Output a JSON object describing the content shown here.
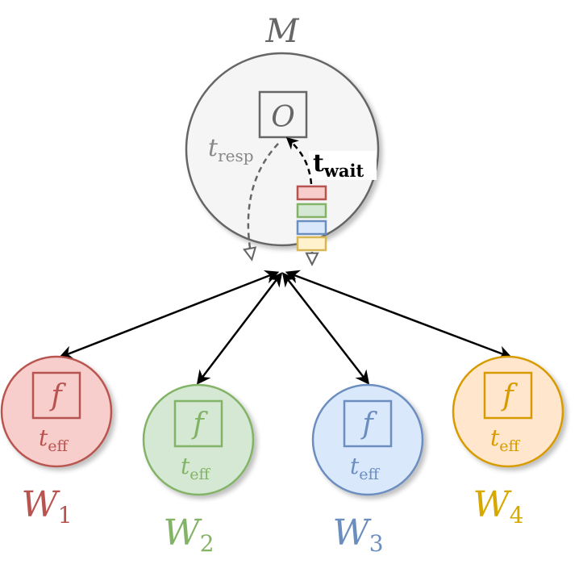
{
  "master": {
    "label": "M",
    "box_label": "O",
    "t_resp": {
      "base": "t",
      "sub": "resp"
    },
    "t_wait": {
      "base": "t",
      "sub": "wait"
    },
    "queue_colors": [
      "#f8cecc",
      "#d5e8d4",
      "#dae8fc",
      "#fff2cc"
    ],
    "queue_strokes": [
      "#b85450",
      "#82b366",
      "#6c8ebf",
      "#d6b656"
    ]
  },
  "workers": [
    {
      "name": "W",
      "sub": "1",
      "func": "f",
      "teff_base": "t",
      "teff_sub": "eff",
      "fill": "#f8cecc",
      "stroke": "#b85450",
      "text_color": "#b85450"
    },
    {
      "name": "W",
      "sub": "2",
      "func": "f",
      "teff_base": "t",
      "teff_sub": "eff",
      "fill": "#d5e8d4",
      "stroke": "#82b366",
      "text_color": "#82b366"
    },
    {
      "name": "W",
      "sub": "3",
      "func": "f",
      "teff_base": "t",
      "teff_sub": "eff",
      "fill": "#dae8fc",
      "stroke": "#6c8ebf",
      "text_color": "#6c8ebf"
    },
    {
      "name": "W",
      "sub": "4",
      "func": "f",
      "teff_base": "t",
      "teff_sub": "eff",
      "fill": "#ffe6cc",
      "stroke": "#d79b00",
      "text_color": "#d6a800"
    }
  ],
  "colors": {
    "master_fill": "#f5f5f5",
    "master_stroke": "#666666",
    "master_text": "#666666",
    "arrow": "#000000"
  }
}
